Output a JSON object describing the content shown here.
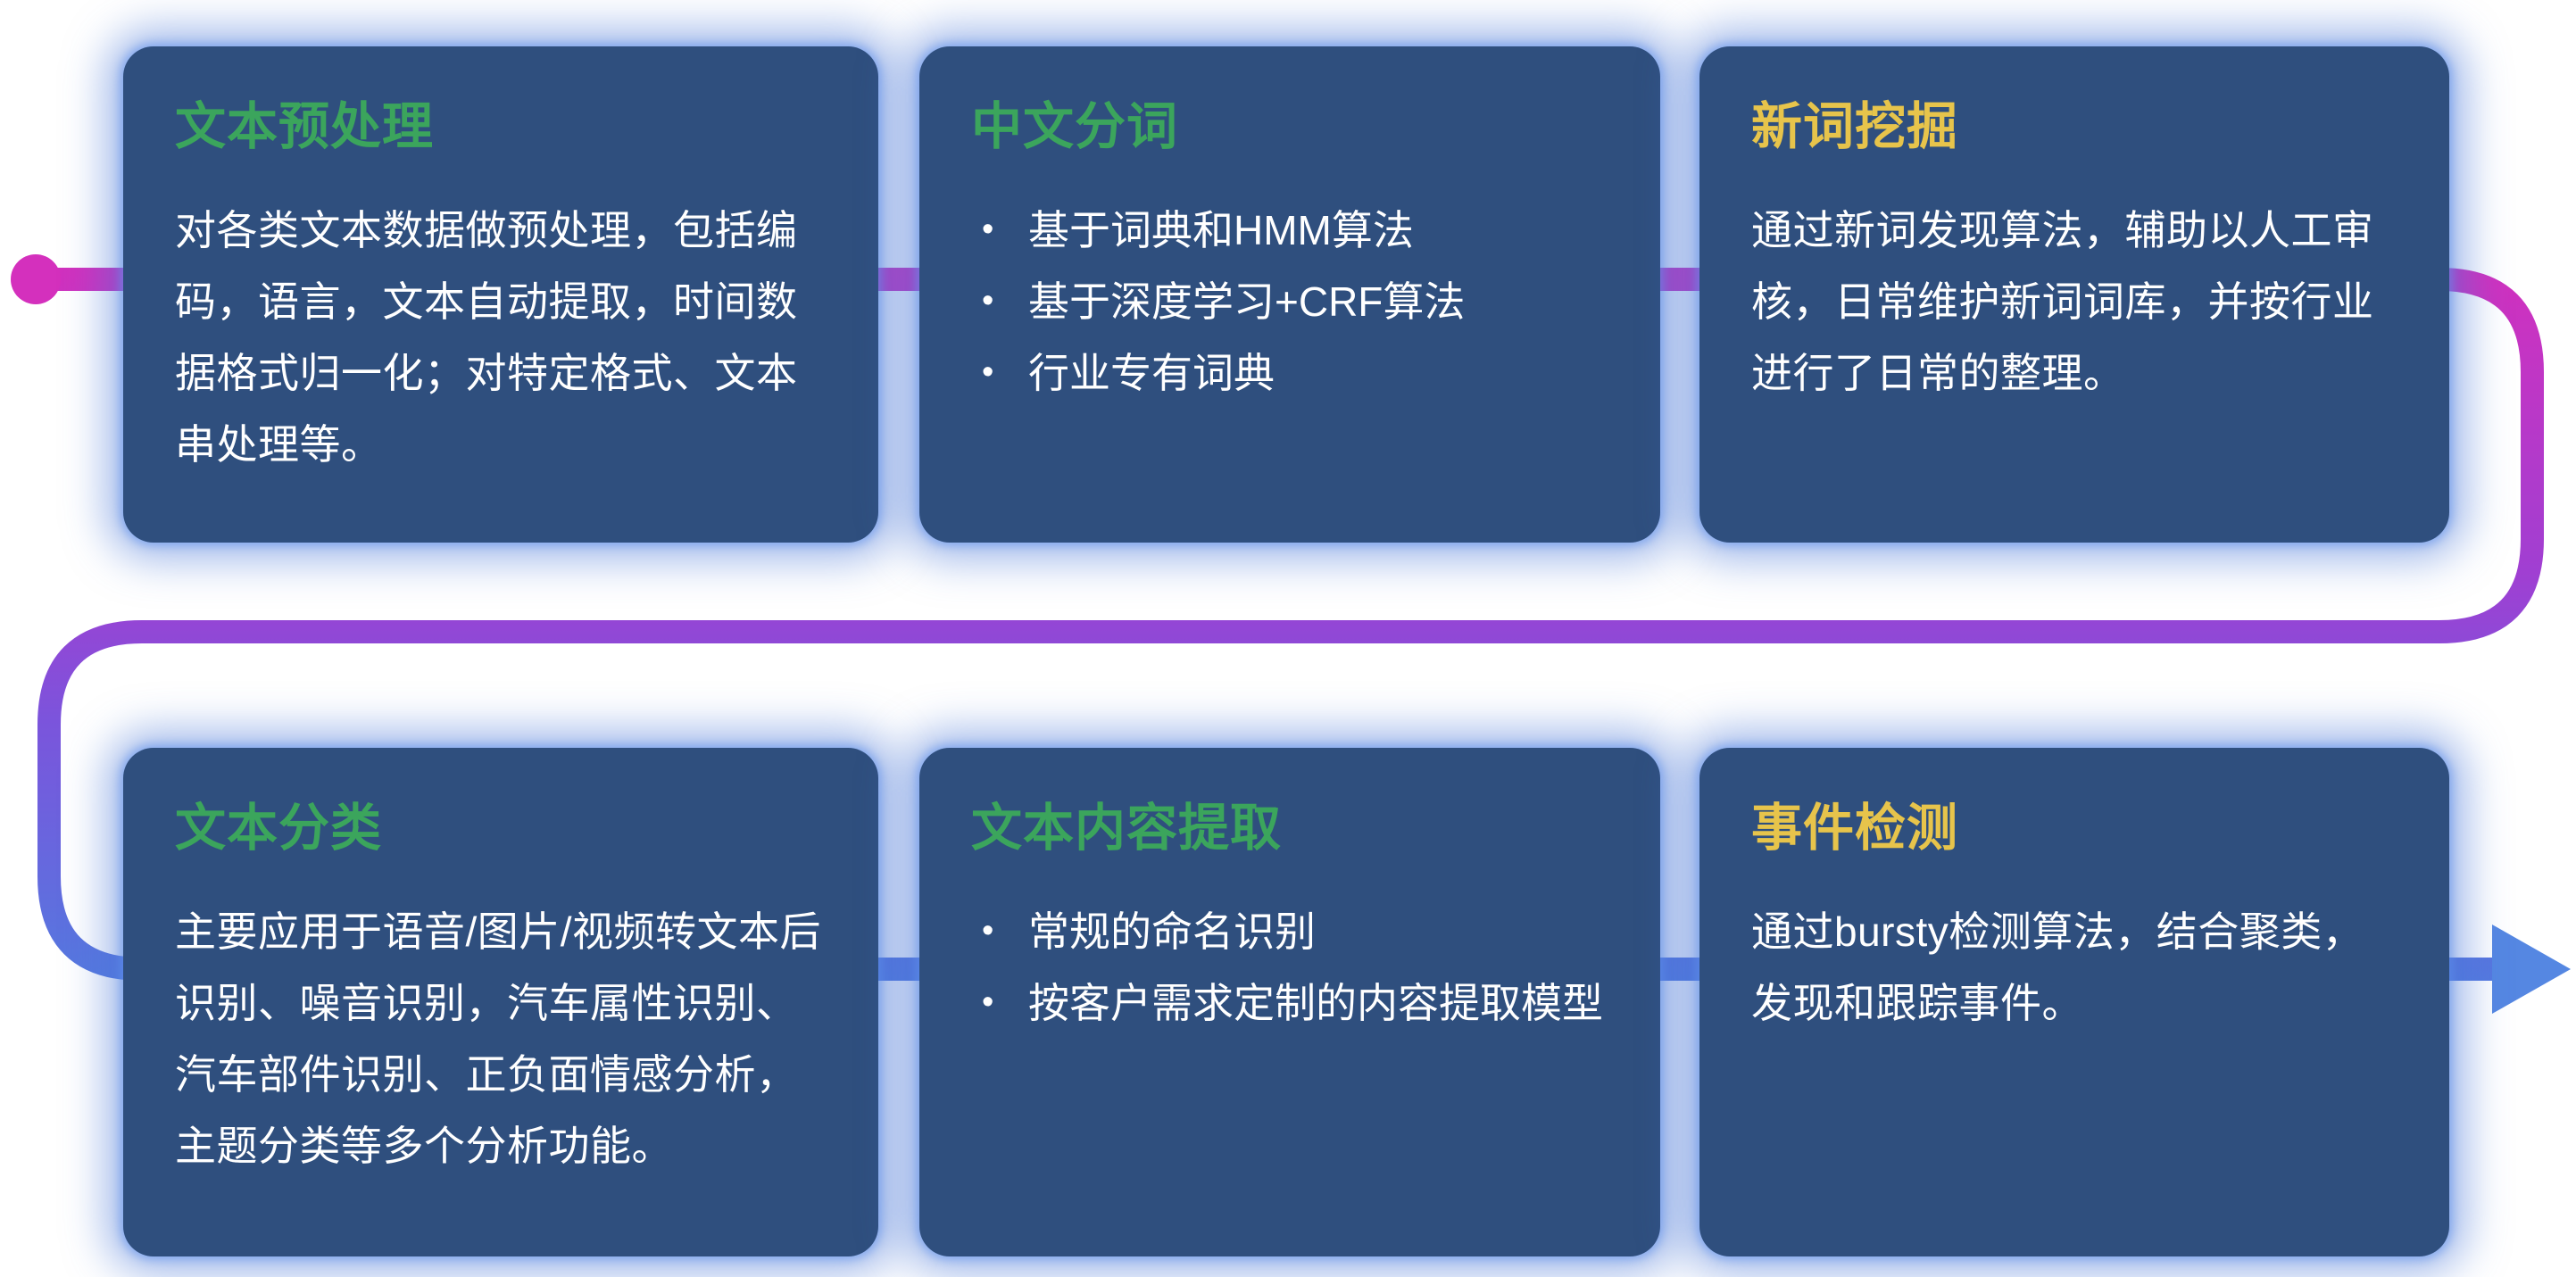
{
  "colors": {
    "background": "#ffffff",
    "card_bg": "#2f4f7e",
    "card_glow": "#4a78d7",
    "title_green": "#3ba55c",
    "title_yellow": "#e7c44b",
    "body_text": "#ffffff",
    "flow_magenta": "#d430bd",
    "flow_purple": "#8a4ad4",
    "flow_blue": "#4f7ee0",
    "arrow_blue": "#5587e2"
  },
  "bullet_glyph": "•",
  "cards": [
    {
      "id": "text-preprocessing",
      "title": "文本预处理",
      "title_color": "title_green",
      "type": "paragraph",
      "body": "对各类文本数据做预处理，包括编码，语言，文本自动提取，时间数据格式归一化；对特定格式、文本串处理等。"
    },
    {
      "id": "chinese-word-segmentation",
      "title": "中文分词",
      "title_color": "title_green",
      "type": "bullets",
      "bullets": [
        "基于词典和HMM算法",
        "基于深度学习+CRF算法",
        "行业专有词典"
      ]
    },
    {
      "id": "new-word-mining",
      "title": "新词挖掘",
      "title_color": "title_yellow",
      "type": "paragraph",
      "body": "通过新词发现算法，辅助以人工审核，日常维护新词词库，并按行业进行了日常的整理。"
    },
    {
      "id": "text-classification",
      "title": "文本分类",
      "title_color": "title_green",
      "type": "paragraph",
      "body": "主要应用于语音/图片/视频转文本后识别、噪音识别，汽车属性识别、汽车部件识别、正负面情感分析，主题分类等多个分析功能。"
    },
    {
      "id": "text-content-extraction",
      "title": "文本内容提取",
      "title_color": "title_green",
      "type": "bullets",
      "bullets": [
        "常规的命名识别",
        "按客户需求定制的内容提取模型"
      ]
    },
    {
      "id": "event-detection",
      "title": "事件检测",
      "title_color": "title_yellow",
      "type": "paragraph",
      "body": "通过bursty检测算法，结合聚类，发现和跟踪事件。"
    }
  ]
}
